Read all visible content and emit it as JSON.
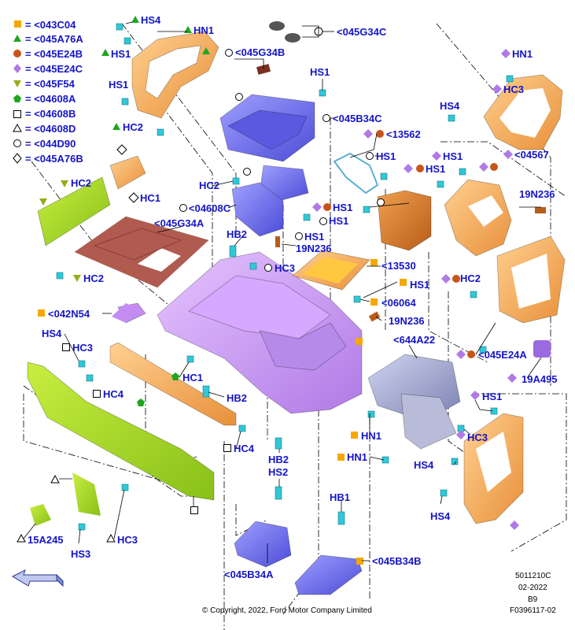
{
  "legend": [
    {
      "symbol": "square-filled",
      "color": "#f5a800",
      "text": "= <043C04"
    },
    {
      "symbol": "triangle-filled",
      "color": "#1fa51f",
      "text": "= <045A76A"
    },
    {
      "symbol": "circle-filled",
      "color": "#c8541a",
      "text": "= <045E24B"
    },
    {
      "symbol": "diamond-filled",
      "color": "#b07ae6",
      "text": "= <045E24C"
    },
    {
      "symbol": "triangle-down-filled",
      "color": "#9aab1a",
      "text": "= <045F54"
    },
    {
      "symbol": "pentagon-filled",
      "color": "#1fa51f",
      "text": "= <04608A"
    },
    {
      "symbol": "square-outline",
      "color": "#000000",
      "text": "= <04608B"
    },
    {
      "symbol": "triangle-outline",
      "color": "#000000",
      "text": "= <04608D"
    },
    {
      "symbol": "circle-outline",
      "color": "#000000",
      "text": "= <044D90"
    },
    {
      "symbol": "diamond-outline",
      "color": "#000000",
      "text": "= <045A76B"
    }
  ],
  "callouts": {
    "hs4_top": "HS4",
    "hn1_top": "HN1",
    "hs1_top_left": "HS1",
    "hs1_left": "HS1",
    "hc2_left": "HC2",
    "hc1_left": "HC1",
    "p045G34C": "<045G34C",
    "p045G34B": "<045G34B",
    "hs1_center": "HS1",
    "p045B34C": "<045B34C",
    "hs1_bracket": "HS1",
    "hc2_center": "HC2",
    "p04608C": "<04608C",
    "hc2_green": "HC2",
    "hc2_green_low": "HC2",
    "p045G34A": "<045G34A",
    "hb2_mid": "HB2",
    "hs1_small": "HS1",
    "p19N236_mid": "19N236",
    "hc3_center": "HC3",
    "p13562": "<13562",
    "hs1_a": "HS1",
    "hs1_b": "HS1",
    "hs1_c": "HS1",
    "hs1_d": "HS1",
    "hs4_bezel": "HS4",
    "hn1_right": "HN1",
    "hc3_right": "HC3",
    "hs4_right": "HS4",
    "p04567": "<04567",
    "p19N236_right": "19N236",
    "p13530": "<13530",
    "hs1_tray": "HS1",
    "p06064": "<06064",
    "p19N236_low": "19N236",
    "hc2_right": "HC2",
    "p042N54": "<042N54",
    "hs4_left": "HS4",
    "hc3_left": "HC3",
    "p644A22": "<644A22",
    "p045E24A": "<045E24A",
    "p19A495": "19A495",
    "hc1_mid": "HC1",
    "hc4_left": "HC4",
    "hb2_low": "HB2",
    "hs1_right_low": "HS1",
    "hn1_mid": "HN1",
    "hc3_right_low": "HC3",
    "hc4_mid": "HC4",
    "hb2_bottom": "HB2",
    "hn1_low": "HN1",
    "hs4_low": "HS4",
    "hs2": "HS2",
    "hb1": "HB1",
    "hs4_bottom": "HS4",
    "p15A245": "15A245",
    "hs3": "HS3",
    "hc3_bottom": "HC3",
    "p045B34A": "<045B34A",
    "p045B34B": "<045B34B"
  },
  "footer": {
    "copyright": "© Copyright, 2022, Ford Motor Company Limited",
    "code1": "5011210C",
    "code2": "02-2022",
    "code3": "B9",
    "code4": "F0396117-02"
  },
  "colors": {
    "label": "#1414c8",
    "orange_part": "#f0a040",
    "purple_console": "#c48cf0",
    "blue_part": "#6f6fe8",
    "green_panel": "#a8d820",
    "brown_mat": "#b05a50",
    "rust_bin": "#d88030",
    "fastener": "#30c8d8",
    "lid_gray": "#9aa0c8"
  }
}
